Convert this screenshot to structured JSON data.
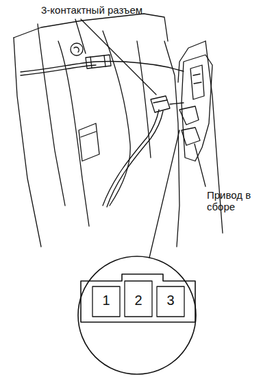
{
  "diagram": {
    "labels": [
      "3-контактный разъем",
      "Привод в сборе",
      "1",
      "2",
      "3"
    ]
  }
}
